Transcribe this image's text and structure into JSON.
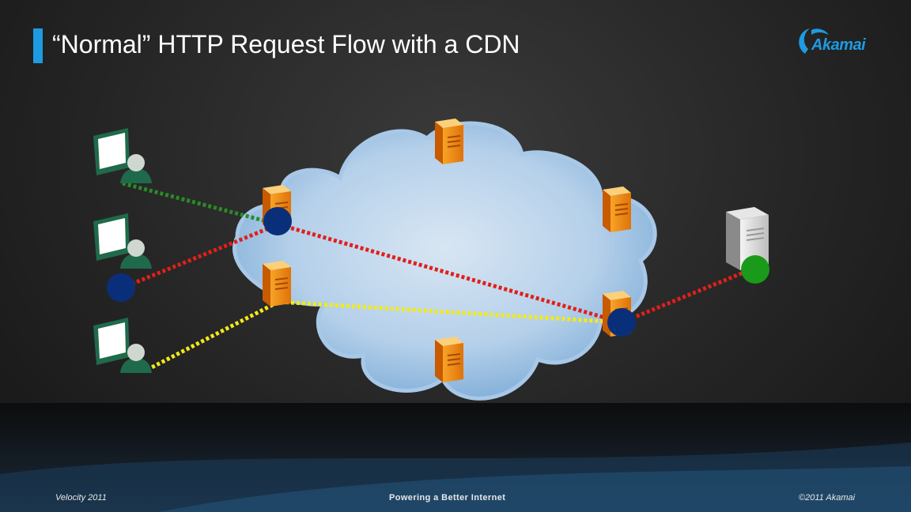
{
  "header": {
    "title": "“Normal” HTTP Request Flow with a CDN",
    "accent_color": "#1e9be0"
  },
  "logo": {
    "text": "Akamai",
    "icon": "akamai-wave-logo"
  },
  "diagram": {
    "nodes": [
      {
        "id": "user-1",
        "type": "user-computer",
        "icon": "computer-user-icon"
      },
      {
        "id": "user-2",
        "type": "user-computer",
        "icon": "computer-user-icon"
      },
      {
        "id": "user-3",
        "type": "user-computer",
        "icon": "computer-user-icon"
      },
      {
        "id": "edge-1",
        "type": "edge-server",
        "icon": "orange-server-icon"
      },
      {
        "id": "edge-2",
        "type": "edge-server",
        "icon": "orange-server-icon"
      },
      {
        "id": "edge-3",
        "type": "edge-server",
        "icon": "orange-server-icon"
      },
      {
        "id": "edge-4",
        "type": "edge-server",
        "icon": "orange-server-icon"
      },
      {
        "id": "edge-5",
        "type": "edge-server",
        "icon": "orange-server-icon"
      },
      {
        "id": "origin",
        "type": "origin-server",
        "icon": "grey-server-icon"
      }
    ],
    "paths": [
      {
        "color": "#2a8a2a",
        "style": "dotted",
        "from": "user-1",
        "to": "edge-1"
      },
      {
        "color": "#e0201a",
        "style": "dotted",
        "from": "user-2",
        "to": "origin",
        "via": [
          "edge-1",
          "edge-4"
        ]
      },
      {
        "color": "#f2ea1a",
        "style": "dotted",
        "from": "user-3",
        "to": "edge-4",
        "via": [
          "edge-2"
        ]
      }
    ],
    "markers": [
      {
        "color": "#0a2f7a",
        "at": "edge-1"
      },
      {
        "color": "#0a2f7a",
        "at": "user-2"
      },
      {
        "color": "#0a2f7a",
        "at": "edge-4"
      },
      {
        "color": "#1a9a1a",
        "at": "origin"
      }
    ],
    "cloud_color": "#9fc4e6"
  },
  "footer": {
    "left": "Velocity 2011",
    "center": "Powering a Better Internet",
    "right": "©2011 Akamai"
  }
}
